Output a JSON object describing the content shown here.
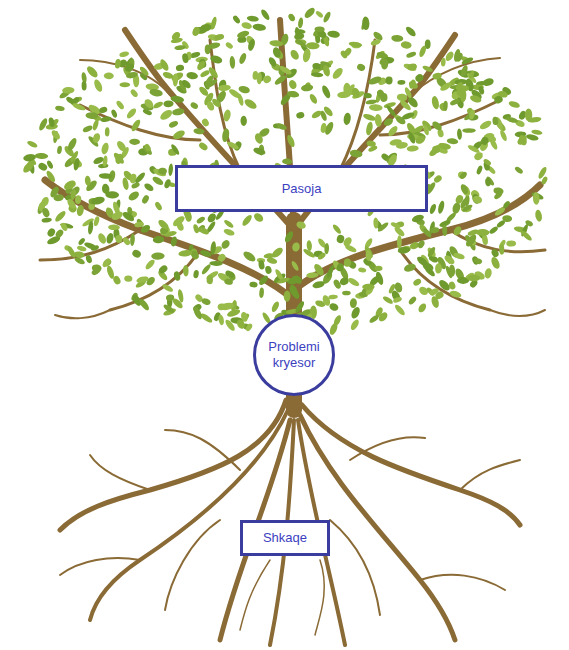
{
  "diagram": {
    "nodes": [
      {
        "text": [
          "Pasoja"
        ]
      },
      {
        "text": [
          "Problemi kryesor"
        ]
      },
      {
        "text": [
          "Shkaqe"
        ]
      }
    ]
  }
}
